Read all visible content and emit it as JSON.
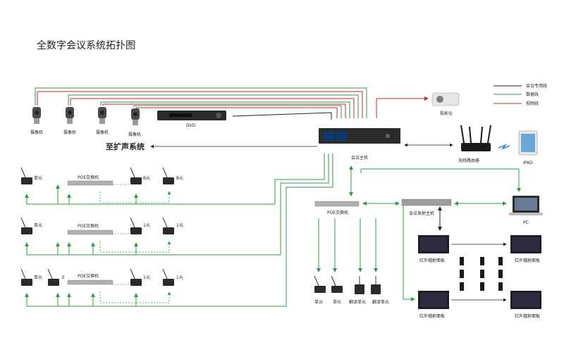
{
  "title": "全数字会议系统拓扑图",
  "legend": {
    "meeting_line": "会议专用线",
    "data_line": "数据线",
    "video_line": "视频线"
  },
  "colors": {
    "meeting": "#222222",
    "data": "#2e9a4a",
    "video": "#c0282e",
    "dashed": "#2e9a4a"
  },
  "labels": {
    "camera": "摄像机",
    "dvd": "DVD",
    "amp_system": "至扩声系统",
    "host": "会议主机",
    "projector": "投影仪",
    "router": "无线路由器",
    "ipad": "IPAD",
    "poe_switch": "POE交换机",
    "ir_host": "会议发射主机",
    "pc": "PC",
    "ir_panel": "红外辐射面板",
    "unit": "单元",
    "translation_unit": "翻译单元",
    "unit_partial_left": "单元",
    "unit_partial_right_a": "B元",
    "unit_partial_right_b": "1元",
    "unit_partial_left_c": "E"
  }
}
